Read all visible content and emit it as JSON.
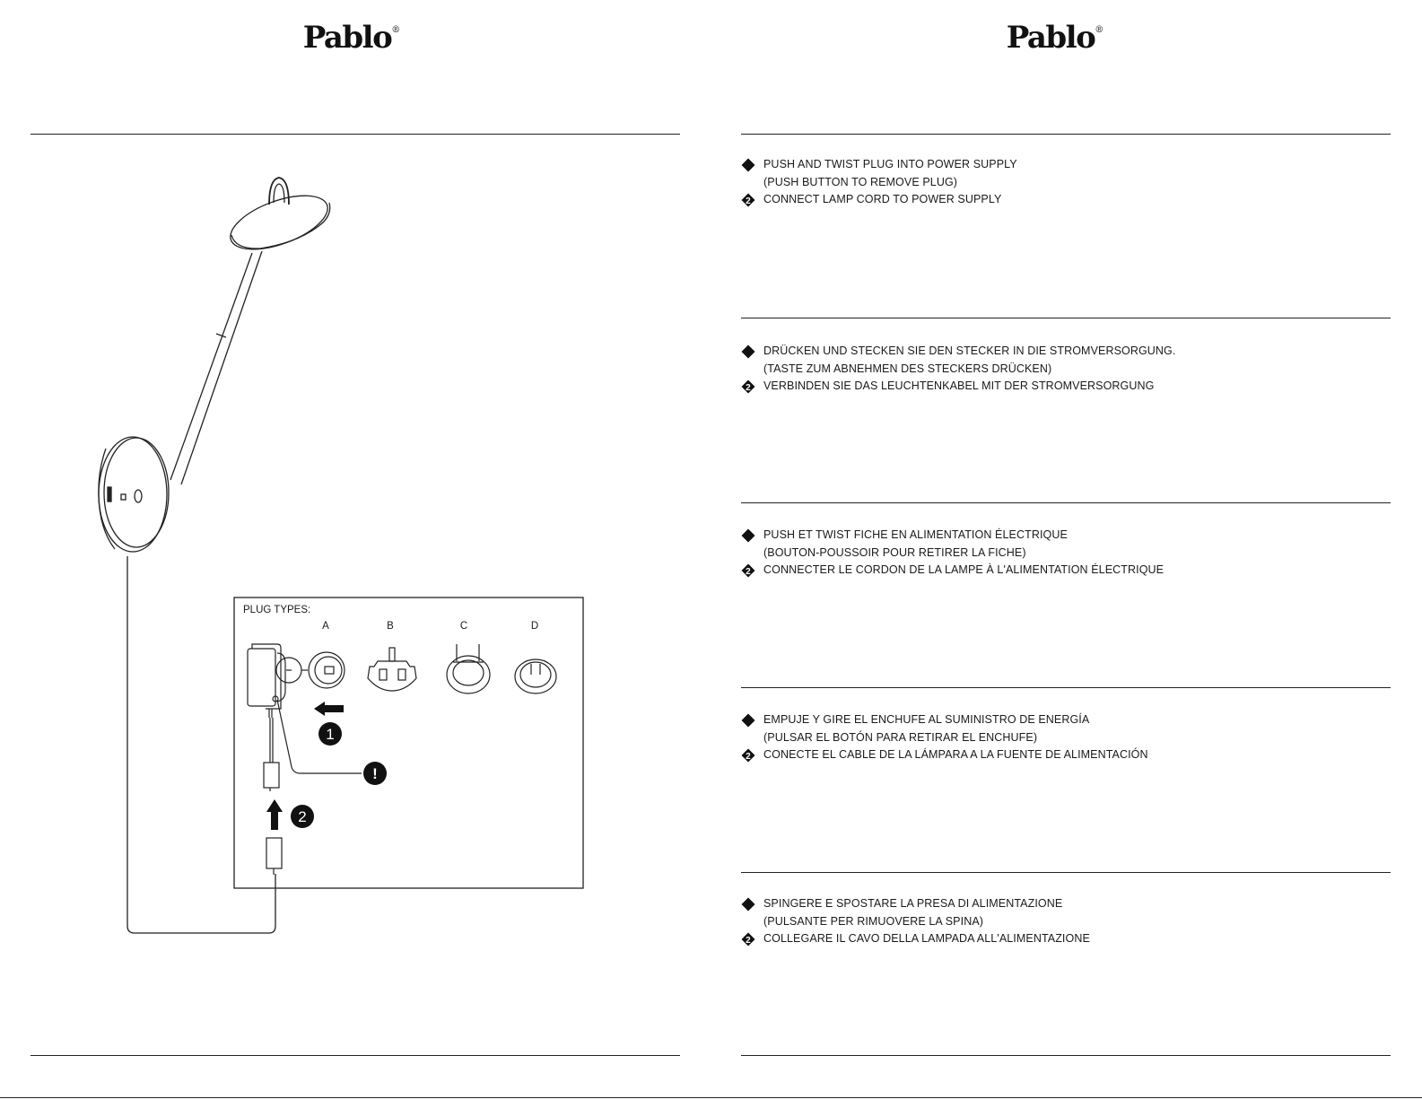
{
  "brand": {
    "logo_text": "Pablo",
    "registered_mark": "®"
  },
  "diagram": {
    "plug_types_label": "PLUG TYPES:",
    "plug_letters": [
      "A",
      "B",
      "C",
      "D"
    ],
    "callouts": {
      "step1": "1",
      "step2": "2",
      "warning": "!"
    }
  },
  "sections": [
    {
      "step1": "PUSH AND TWIST PLUG INTO POWER SUPPLY",
      "step1_note": "(PUSH BUTTON TO REMOVE PLUG)",
      "step2": "CONNECT LAMP CORD TO POWER SUPPLY"
    },
    {
      "step1": "DRÜCKEN UND STECKEN SIE DEN STECKER IN DIE STROMVERSORGUNG.",
      "step1_note": "(TASTE ZUM ABNEHMEN DES STECKERS DRÜCKEN)",
      "step2": "VERBINDEN SIE DAS LEUCHTENKABEL MIT DER STROMVERSORGUNG"
    },
    {
      "step1": "PUSH ET TWIST FICHE EN ALIMENTATION ÉLECTRIQUE",
      "step1_note": "(BOUTON-POUSSOIR POUR RETIRER LA FICHE)",
      "step2": "CONNECTER LE CORDON DE LA LAMPE À L'ALIMENTATION ÉLECTRIQUE"
    },
    {
      "step1": "EMPUJE Y GIRE EL ENCHUFE AL SUMINISTRO DE ENERGÍA",
      "step1_note": "(PULSAR EL BOTÓN PARA RETIRAR EL ENCHUFE)",
      "step2": "CONECTE EL CABLE DE LA LÁMPARA A LA FUENTE DE ALIMENTACIÓN"
    },
    {
      "step1": "SPINGERE E SPOSTARE LA PRESA DI ALIMENTAZIONE",
      "step1_note": "(PULSANTE PER RIMUOVERE LA SPINA)",
      "step2": "COLLEGARE IL CAVO DELLA LAMPADA ALL'ALIMENTAZIONE"
    }
  ],
  "bullet_icons": {
    "step1": "diamond-bullet-icon",
    "step2": "numbered-diamond-2-icon"
  },
  "colors": {
    "ink": "#1a1a1a",
    "background": "#ffffff"
  }
}
